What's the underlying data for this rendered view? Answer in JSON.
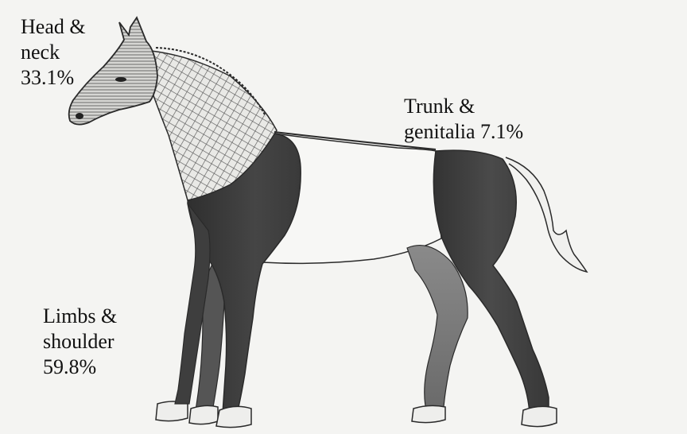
{
  "labels": {
    "head_neck": {
      "line1": "Head &",
      "line2": "neck",
      "line3": "33.1%"
    },
    "trunk_genitalia": {
      "line1": "Trunk &",
      "line2": "genitalia 7.1%"
    },
    "limbs_shoulder": {
      "line1": "Limbs &",
      "line2": "shoulder",
      "line3": "59.8%"
    }
  },
  "colors": {
    "background": "#f4f4f2",
    "outline": "#2a2a2a",
    "limbs_shoulder_fill": "#3b3b3b",
    "trunk_fill": "#f6f6f4",
    "head_neck_hatch": "#555555"
  }
}
